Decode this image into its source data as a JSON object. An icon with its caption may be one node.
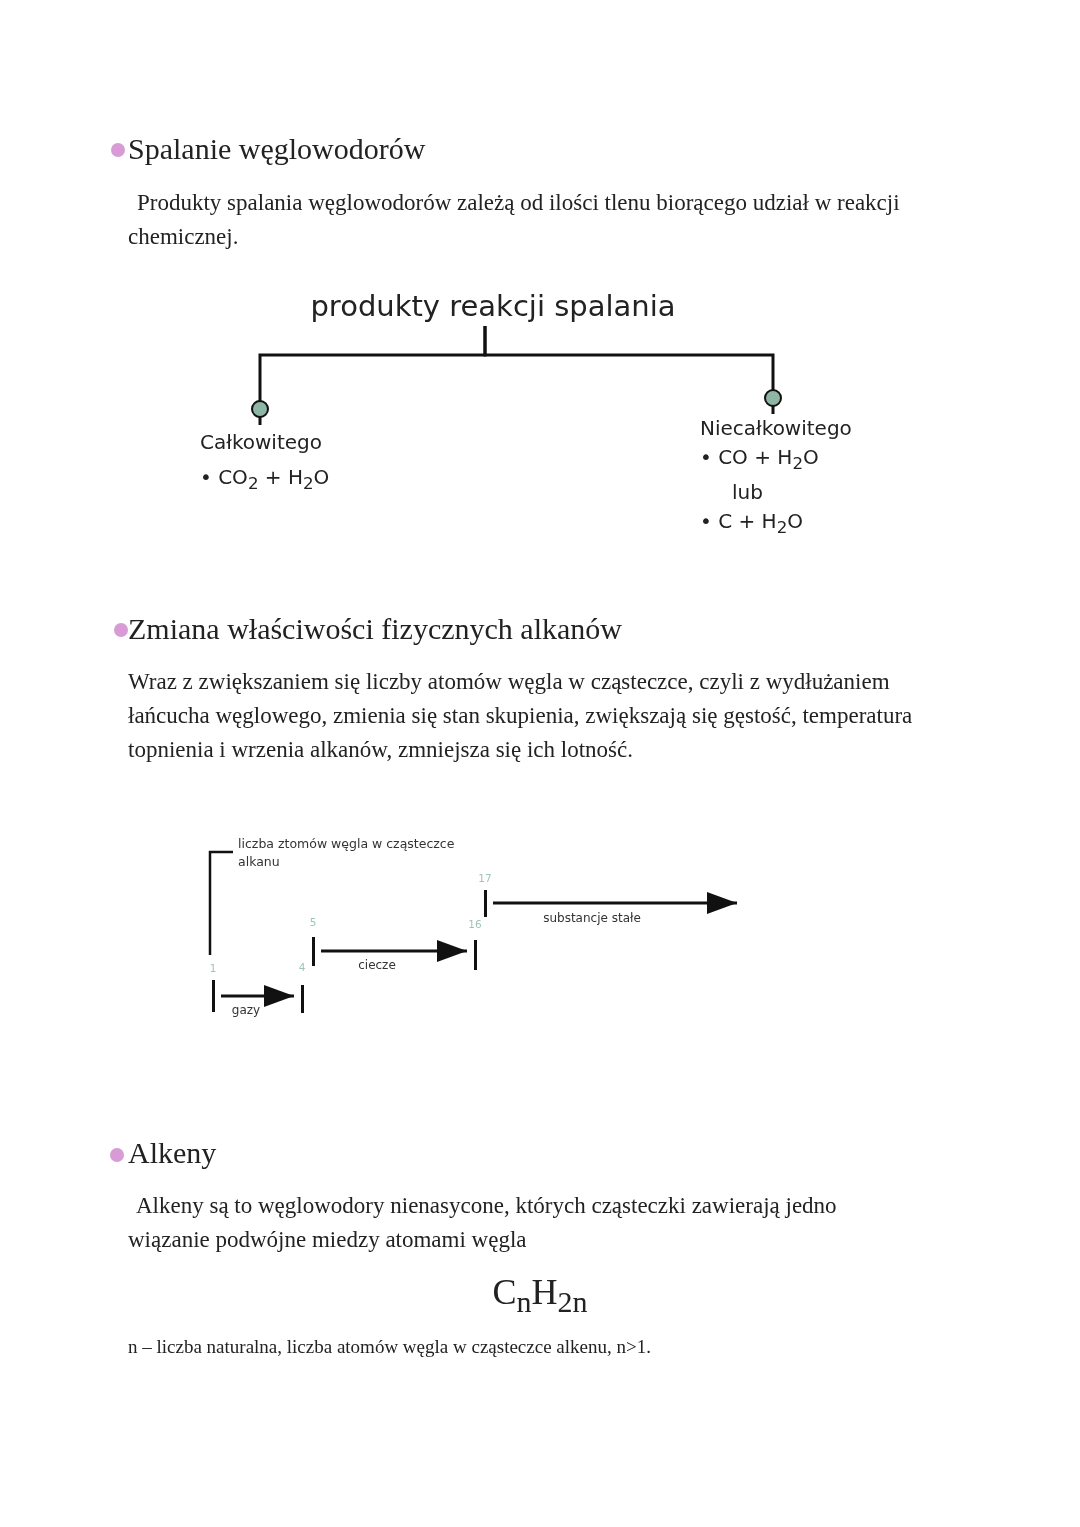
{
  "diagram": {
    "nodes": [
      {
        "text": [
          "produkty reakcji spalania"
        ]
      },
      {
        "text": [
          "Całkowitego",
          "• CO$_{2}$ + H$_{2}$O"
        ]
      },
      {
        "text": [
          "Niecałkowitego",
          "• CO + H$_{2}$O",
          "lub",
          "• C + H$_{2}$O"
        ]
      },
      {
        "text": [
          "1"
        ]
      },
      {
        "text": [
          "4"
        ]
      },
      {
        "text": [
          "5"
        ]
      },
      {
        "text": [
          "16"
        ]
      },
      {
        "text": [
          "17"
        ]
      }
    ],
    "edges": [
      {
        "from": 0,
        "to": 1,
        "arrow": "other"
      },
      {
        "from": 0,
        "to": 2,
        "arrow": "other"
      },
      {
        "from": 3,
        "to": 4,
        "arrow": "to",
        "label": "gazy"
      },
      {
        "from": 5,
        "to": 6,
        "arrow": "to",
        "label": "ciecze"
      },
      {
        "from": 7,
        "to": null,
        "arrow": "to",
        "label": "substancje stałe"
      }
    ],
    "labels": [
      "Spalanie węglowodorów",
      "Produkty spalania węglowodorów zależą od ilości tlenu biorącego udział w reakcji chemicznej.",
      "Zmiana właściwości fizycznych alkanów",
      "Wraz z zwiększaniem się liczby atomów węgla w cząsteczce, czyli z wydłużaniem łańcucha węglowego, zmienia się stan skupienia, zwiększają się gęstość, temperatura topnienia i wrzenia alkanów, zmniejsza się ich lotność.",
      "liczba ztomów węgla w cząsteczce alkanu",
      "Alkeny",
      "Alkeny są to węglowodory nienasycone, których cząsteczki zawierają jedno wiązanie podwójne miedzy atomami węgla",
      "C$_{n}$H$_{2n}$",
      "n – liczba naturalna, liczba atomów węgla w cząsteczce alkenu, n>1."
    ]
  }
}
